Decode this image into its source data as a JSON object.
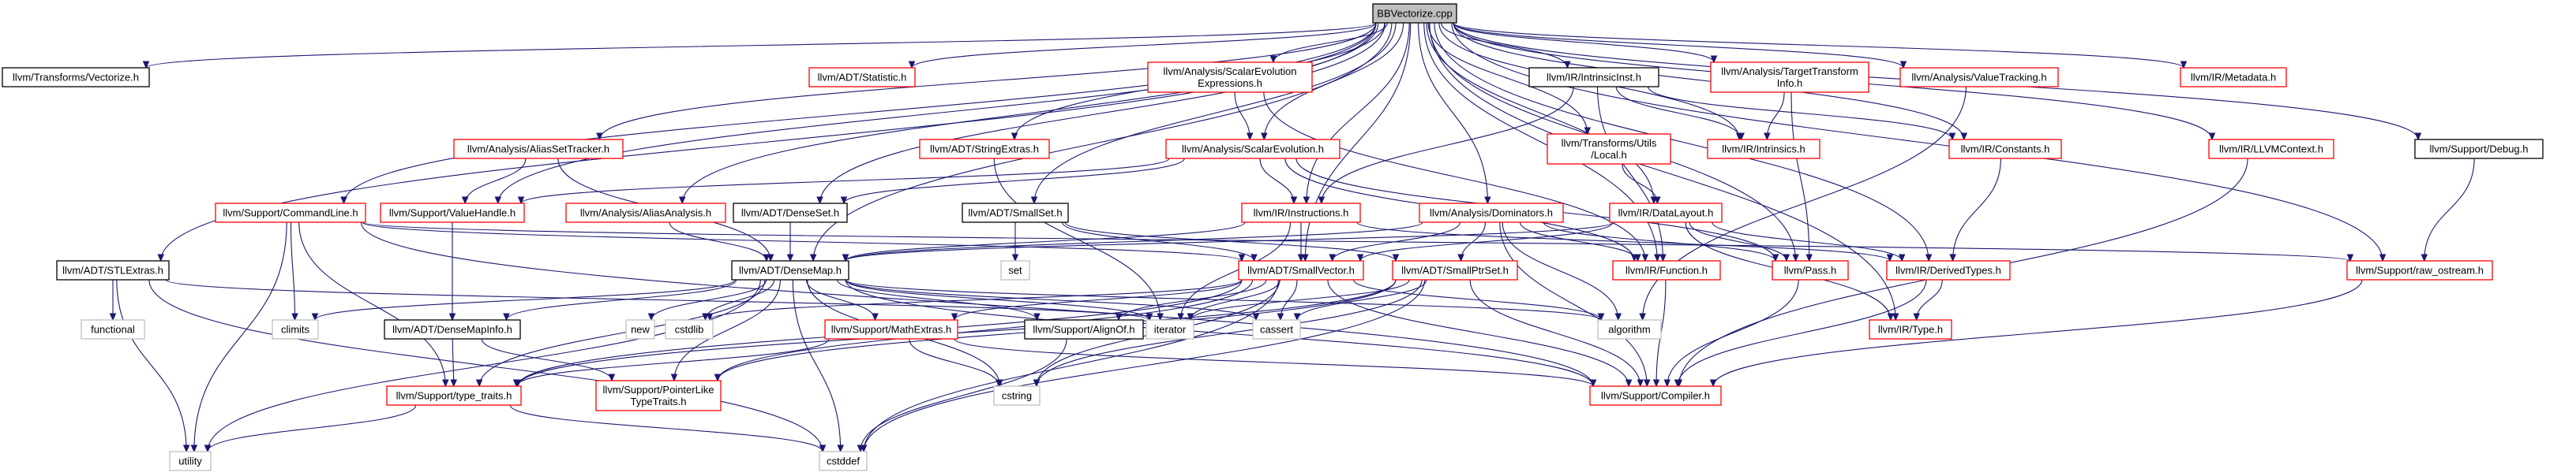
{
  "diagram": {
    "colors": {
      "edge": "#191970",
      "border_red": "#ff0000",
      "border_black": "#000000",
      "border_grey": "#bfbfbf",
      "root_fill": "#bfbfbf",
      "node_fill": "#ffffff"
    },
    "nodes": [
      {
        "id": "root",
        "style": "root",
        "lines": [
          "BBVectorize.cpp"
        ]
      },
      {
        "id": "vectorize",
        "style": "black",
        "lines": [
          "llvm/Transforms/Vectorize.h"
        ]
      },
      {
        "id": "statistic",
        "style": "red",
        "lines": [
          "llvm/ADT/Statistic.h"
        ]
      },
      {
        "id": "scevexp",
        "style": "red",
        "lines": [
          "llvm/Analysis/ScalarEvolution",
          "Expressions.h"
        ]
      },
      {
        "id": "intrinsicinst",
        "style": "black",
        "lines": [
          "llvm/IR/IntrinsicInst.h"
        ]
      },
      {
        "id": "tti",
        "style": "red",
        "lines": [
          "llvm/Analysis/TargetTransform",
          "Info.h"
        ]
      },
      {
        "id": "valuetracking",
        "style": "red",
        "lines": [
          "llvm/Analysis/ValueTracking.h"
        ]
      },
      {
        "id": "metadata",
        "style": "red",
        "lines": [
          "llvm/IR/Metadata.h"
        ]
      },
      {
        "id": "aliassettracker",
        "style": "red",
        "lines": [
          "llvm/Analysis/AliasSetTracker.h"
        ]
      },
      {
        "id": "stringextras",
        "style": "red",
        "lines": [
          "llvm/ADT/StringExtras.h"
        ]
      },
      {
        "id": "scalarevolution",
        "style": "red",
        "lines": [
          "llvm/Analysis/ScalarEvolution.h"
        ]
      },
      {
        "id": "transutils",
        "style": "red",
        "lines": [
          "llvm/Transforms/Utils",
          "/Local.h"
        ]
      },
      {
        "id": "intrinsics",
        "style": "red",
        "lines": [
          "llvm/IR/Intrinsics.h"
        ]
      },
      {
        "id": "constants",
        "style": "red",
        "lines": [
          "llvm/IR/Constants.h"
        ]
      },
      {
        "id": "llvmcontext",
        "style": "red",
        "lines": [
          "llvm/IR/LLVMContext.h"
        ]
      },
      {
        "id": "debug",
        "style": "black",
        "lines": [
          "llvm/Support/Debug.h"
        ]
      },
      {
        "id": "commandline",
        "style": "red",
        "lines": [
          "llvm/Support/CommandLine.h"
        ]
      },
      {
        "id": "valuehandle",
        "style": "red",
        "lines": [
          "llvm/Support/ValueHandle.h"
        ]
      },
      {
        "id": "aliasanalysis",
        "style": "red",
        "lines": [
          "llvm/Analysis/AliasAnalysis.h"
        ]
      },
      {
        "id": "denseset",
        "style": "black",
        "lines": [
          "llvm/ADT/DenseSet.h"
        ]
      },
      {
        "id": "smallset",
        "style": "black",
        "lines": [
          "llvm/ADT/SmallSet.h"
        ]
      },
      {
        "id": "instructions",
        "style": "red",
        "lines": [
          "llvm/IR/Instructions.h"
        ]
      },
      {
        "id": "dominators",
        "style": "red",
        "lines": [
          "llvm/Analysis/Dominators.h"
        ]
      },
      {
        "id": "datalayout",
        "style": "red",
        "lines": [
          "llvm/IR/DataLayout.h"
        ]
      },
      {
        "id": "stlextras",
        "style": "black",
        "lines": [
          "llvm/ADT/STLExtras.h"
        ]
      },
      {
        "id": "densemap",
        "style": "black",
        "lines": [
          "llvm/ADT/DenseMap.h"
        ]
      },
      {
        "id": "set",
        "style": "grey",
        "lines": [
          "set"
        ]
      },
      {
        "id": "smallvector",
        "style": "red",
        "lines": [
          "llvm/ADT/SmallVector.h"
        ]
      },
      {
        "id": "smallptrset",
        "style": "red",
        "lines": [
          "llvm/ADT/SmallPtrSet.h"
        ]
      },
      {
        "id": "function",
        "style": "red",
        "lines": [
          "llvm/IR/Function.h"
        ]
      },
      {
        "id": "pass",
        "style": "red",
        "lines": [
          "llvm/Pass.h"
        ]
      },
      {
        "id": "derivedtypes",
        "style": "red",
        "lines": [
          "llvm/IR/DerivedTypes.h"
        ]
      },
      {
        "id": "rawostream",
        "style": "red",
        "lines": [
          "llvm/Support/raw_ostream.h"
        ]
      },
      {
        "id": "functional",
        "style": "grey",
        "lines": [
          "functional"
        ]
      },
      {
        "id": "climits",
        "style": "grey",
        "lines": [
          "climits"
        ]
      },
      {
        "id": "new",
        "style": "grey",
        "lines": [
          "new"
        ]
      },
      {
        "id": "cstdlib",
        "style": "grey",
        "lines": [
          "cstdlib"
        ]
      },
      {
        "id": "densemapinfo",
        "style": "black",
        "lines": [
          "llvm/ADT/DenseMapInfo.h"
        ]
      },
      {
        "id": "alignof",
        "style": "black",
        "lines": [
          "llvm/Support/AlignOf.h"
        ]
      },
      {
        "id": "iterator",
        "style": "grey",
        "lines": [
          "iterator"
        ]
      },
      {
        "id": "cassert",
        "style": "grey",
        "lines": [
          "cassert"
        ]
      },
      {
        "id": "algorithm",
        "style": "grey",
        "lines": [
          "algorithm"
        ]
      },
      {
        "id": "mathextras",
        "style": "red",
        "lines": [
          "llvm/Support/MathExtras.h"
        ]
      },
      {
        "id": "type",
        "style": "red",
        "lines": [
          "llvm/IR/Type.h"
        ]
      },
      {
        "id": "typetraits",
        "style": "red",
        "lines": [
          "llvm/Support/type_traits.h"
        ]
      },
      {
        "id": "pointerlike",
        "style": "red",
        "lines": [
          "llvm/Support/PointerLike",
          "TypeTraits.h"
        ]
      },
      {
        "id": "cstring",
        "style": "grey",
        "lines": [
          "cstring"
        ]
      },
      {
        "id": "compiler",
        "style": "red",
        "lines": [
          "llvm/Support/Compiler.h"
        ]
      },
      {
        "id": "utility",
        "style": "grey",
        "lines": [
          "utility"
        ]
      },
      {
        "id": "cstddef",
        "style": "grey",
        "lines": [
          "cstddef"
        ]
      }
    ],
    "edges": [
      [
        "root",
        "vectorize"
      ],
      [
        "root",
        "statistic"
      ],
      [
        "root",
        "scevexp"
      ],
      [
        "root",
        "intrinsicinst"
      ],
      [
        "root",
        "tti"
      ],
      [
        "root",
        "valuetracking"
      ],
      [
        "root",
        "metadata"
      ],
      [
        "root",
        "aliassettracker"
      ],
      [
        "root",
        "stringextras"
      ],
      [
        "root",
        "scalarevolution"
      ],
      [
        "root",
        "transutils"
      ],
      [
        "root",
        "intrinsics"
      ],
      [
        "root",
        "constants"
      ],
      [
        "root",
        "llvmcontext"
      ],
      [
        "root",
        "debug"
      ],
      [
        "root",
        "commandline"
      ],
      [
        "root",
        "valuehandle"
      ],
      [
        "root",
        "aliasanalysis"
      ],
      [
        "root",
        "denseset"
      ],
      [
        "root",
        "smallset"
      ],
      [
        "root",
        "instructions"
      ],
      [
        "root",
        "dominators"
      ],
      [
        "root",
        "datalayout"
      ],
      [
        "root",
        "stlextras"
      ],
      [
        "root",
        "densemap"
      ],
      [
        "root",
        "smallvector"
      ],
      [
        "root",
        "function"
      ],
      [
        "root",
        "pass"
      ],
      [
        "root",
        "derivedtypes"
      ],
      [
        "root",
        "rawostream"
      ],
      [
        "root",
        "type"
      ],
      [
        "scevexp",
        "scalarevolution"
      ],
      [
        "scevexp",
        "function"
      ],
      [
        "intrinsicinst",
        "instructions"
      ],
      [
        "intrinsicinst",
        "intrinsics"
      ],
      [
        "intrinsicinst",
        "function"
      ],
      [
        "intrinsicinst",
        "constants"
      ],
      [
        "tti",
        "intrinsics"
      ],
      [
        "tti",
        "pass"
      ],
      [
        "constants",
        "derivedtypes"
      ],
      [
        "llvmcontext",
        "compiler"
      ],
      [
        "debug",
        "rawostream"
      ],
      [
        "aliassettracker",
        "valuehandle"
      ],
      [
        "aliassettracker",
        "densemap"
      ],
      [
        "stringextras",
        "iterator"
      ],
      [
        "scalarevolution",
        "valuehandle"
      ],
      [
        "scalarevolution",
        "denseset"
      ],
      [
        "scalarevolution",
        "function"
      ],
      [
        "scalarevolution",
        "pass"
      ],
      [
        "scalarevolution",
        "instructions"
      ],
      [
        "transutils",
        "datalayout"
      ],
      [
        "commandline",
        "smallvector"
      ],
      [
        "commandline",
        "climits"
      ],
      [
        "commandline",
        "utility"
      ],
      [
        "commandline",
        "compiler"
      ],
      [
        "commandline",
        "typetraits"
      ],
      [
        "commandline",
        "rawostream"
      ],
      [
        "valuehandle",
        "densemapinfo"
      ],
      [
        "aliasanalysis",
        "densemap"
      ],
      [
        "denseset",
        "densemap"
      ],
      [
        "smallset",
        "smallptrset"
      ],
      [
        "smallset",
        "smallvector"
      ],
      [
        "smallset",
        "set"
      ],
      [
        "instructions",
        "smallvector"
      ],
      [
        "instructions",
        "derivedtypes"
      ],
      [
        "instructions",
        "iterator"
      ],
      [
        "instructions",
        "densemap"
      ],
      [
        "dominators",
        "function"
      ],
      [
        "dominators",
        "smallvector"
      ],
      [
        "dominators",
        "smallptrset"
      ],
      [
        "dominators",
        "algorithm"
      ],
      [
        "dominators",
        "compiler"
      ],
      [
        "dominators",
        "pass"
      ],
      [
        "dominators",
        "densemap"
      ],
      [
        "datalayout",
        "derivedtypes"
      ],
      [
        "datalayout",
        "pass"
      ],
      [
        "datalayout",
        "type"
      ],
      [
        "datalayout",
        "smallvector"
      ],
      [
        "datalayout",
        "densemap"
      ],
      [
        "stlextras",
        "functional"
      ],
      [
        "stlextras",
        "utility"
      ],
      [
        "stlextras",
        "cstddef"
      ],
      [
        "stlextras",
        "iterator"
      ],
      [
        "densemap",
        "densemapinfo"
      ],
      [
        "densemap",
        "alignof"
      ],
      [
        "densemap",
        "mathextras"
      ],
      [
        "densemap",
        "typetraits"
      ],
      [
        "densemap",
        "pointerlike"
      ],
      [
        "densemap",
        "climits"
      ],
      [
        "densemap",
        "new"
      ],
      [
        "densemap",
        "cstdlib"
      ],
      [
        "densemap",
        "iterator"
      ],
      [
        "densemap",
        "cassert"
      ],
      [
        "densemap",
        "algorithm"
      ],
      [
        "densemap",
        "utility"
      ],
      [
        "densemap",
        "cstring"
      ],
      [
        "densemap",
        "cstddef"
      ],
      [
        "densemap",
        "compiler"
      ],
      [
        "smallvector",
        "alignof"
      ],
      [
        "smallvector",
        "compiler"
      ],
      [
        "smallvector",
        "mathextras"
      ],
      [
        "smallvector",
        "typetraits"
      ],
      [
        "smallvector",
        "algorithm"
      ],
      [
        "smallvector",
        "cassert"
      ],
      [
        "smallvector",
        "cstddef"
      ],
      [
        "smallvector",
        "cstdlib"
      ],
      [
        "smallvector",
        "cstring"
      ],
      [
        "smallvector",
        "iterator"
      ],
      [
        "smallvector",
        "pointerlike"
      ],
      [
        "smallptrset",
        "compiler"
      ],
      [
        "smallptrset",
        "cassert"
      ],
      [
        "smallptrset",
        "cstddef"
      ],
      [
        "smallptrset",
        "cstring"
      ],
      [
        "smallptrset",
        "iterator"
      ],
      [
        "smallptrset",
        "pointerlike"
      ],
      [
        "smallptrset",
        "typetraits"
      ],
      [
        "function",
        "compiler"
      ],
      [
        "pass",
        "compiler"
      ],
      [
        "derivedtypes",
        "type"
      ],
      [
        "derivedtypes",
        "compiler"
      ],
      [
        "rawostream",
        "compiler"
      ],
      [
        "densemapinfo",
        "pointerlike"
      ],
      [
        "densemapinfo",
        "typetraits"
      ],
      [
        "alignof",
        "cstddef"
      ],
      [
        "mathextras",
        "compiler"
      ],
      [
        "mathextras",
        "typetraits"
      ],
      [
        "mathextras",
        "cstring"
      ],
      [
        "typetraits",
        "utility"
      ],
      [
        "typetraits",
        "cstddef"
      ],
      [
        "valuetracking",
        "algorithm"
      ]
    ]
  }
}
